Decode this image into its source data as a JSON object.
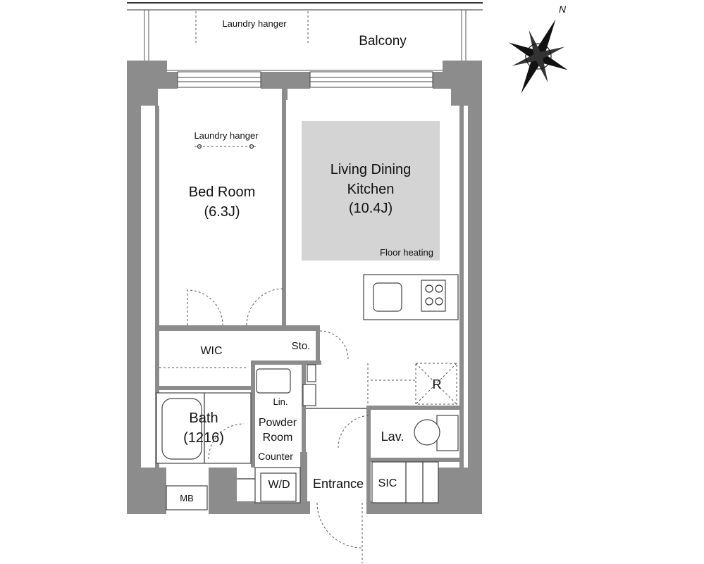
{
  "rooms": {
    "balcony": "Balcony",
    "laundry_balcony": "Laundry hanger",
    "laundry_bedroom": "Laundry hanger",
    "bedroom_name": "Bed Room",
    "bedroom_size": "(6.3J)",
    "ldk_line1": "Living Dining",
    "ldk_line2": "Kitchen",
    "ldk_size": "(10.4J)",
    "floor_heating": "Floor heating",
    "wic": "WIC",
    "storage": "Sto.",
    "bath_name": "Bath",
    "bath_size": "(1216)",
    "linen": "Lin.",
    "powder_line1": "Powder",
    "powder_line2": "Room",
    "counter": "Counter",
    "wd": "W/D",
    "entrance": "Entrance",
    "sic": "SIC",
    "lavatory": "Lav.",
    "refrigerator": "R",
    "meter_box": "MB"
  },
  "compass": {
    "north": "N"
  },
  "colors": {
    "wall": "#8c8c8c",
    "floor_heating_area": "#d4d4d4",
    "line": "#333333"
  }
}
